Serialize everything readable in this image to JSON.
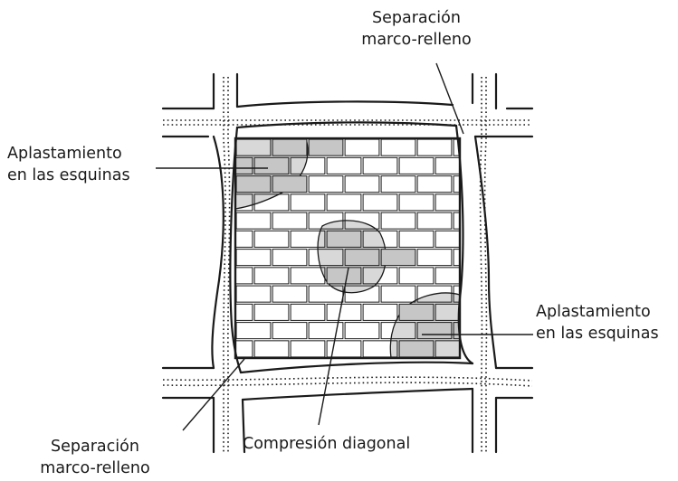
{
  "labels": {
    "gap_top": {
      "line1": "Separación",
      "line2": "marco-relleno"
    },
    "crush_left": {
      "line1": "Aplastamiento",
      "line2": "en las esquinas"
    },
    "crush_right": {
      "line1": "Aplastamiento",
      "line2": "en las esquinas"
    },
    "gap_bottom": {
      "line1": "Separación",
      "line2": "marco-relleno"
    },
    "diagonal": {
      "text": "Compresión diagonal"
    }
  },
  "colors": {
    "stroke": "#1a1a1a",
    "brick_fill": "#c6c6c6",
    "crushed_zone_fill": "#d8d8d8",
    "background": "#ffffff"
  }
}
